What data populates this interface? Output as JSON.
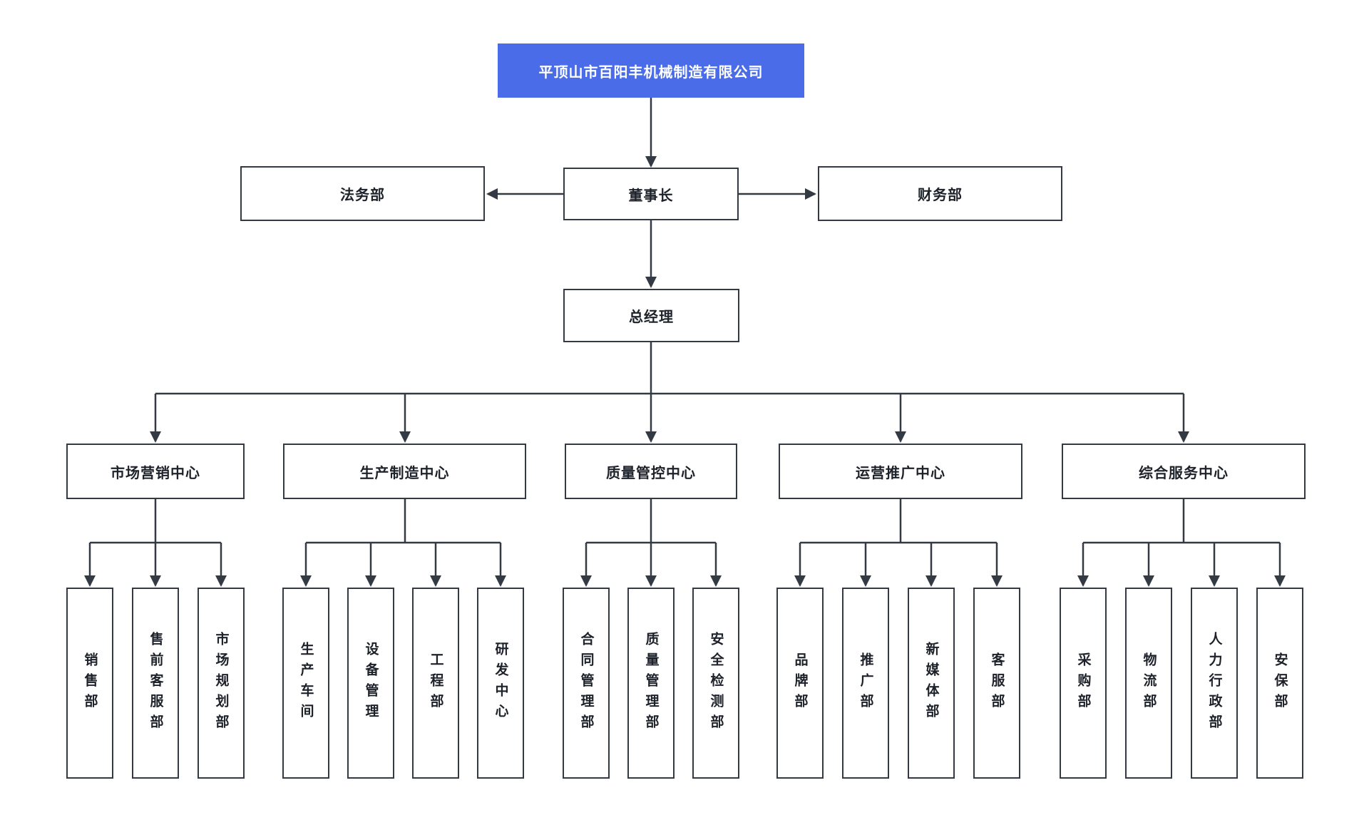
{
  "colors": {
    "root_background": "#4a6ce8",
    "root_text": "#ffffff",
    "node_border": "#333a44",
    "connector_line": "#333a44",
    "node_text": "#1d2129",
    "page_background": "#ffffff"
  },
  "org": {
    "root": "平顶山市百阳丰机械制造有限公司",
    "level2": {
      "left": "法务部",
      "center": "董事长",
      "right": "财务部"
    },
    "level3": "总经理",
    "centers": [
      {
        "label": "市场营销中心",
        "children": [
          "销售部",
          "售前客服部",
          "市场规划部"
        ]
      },
      {
        "label": "生产制造中心",
        "children": [
          "生产车间",
          "设备管理",
          "工程部",
          "研发中心"
        ]
      },
      {
        "label": "质量管控中心",
        "children": [
          "合同管理部",
          "质量管理部",
          "安全检测部"
        ]
      },
      {
        "label": "运营推广中心",
        "children": [
          "品牌部",
          "推广部",
          "新媒体部",
          "客服部"
        ]
      },
      {
        "label": "综合服务中心",
        "children": [
          "采购部",
          "物流部",
          "人力行政部",
          "安保部"
        ]
      }
    ]
  }
}
